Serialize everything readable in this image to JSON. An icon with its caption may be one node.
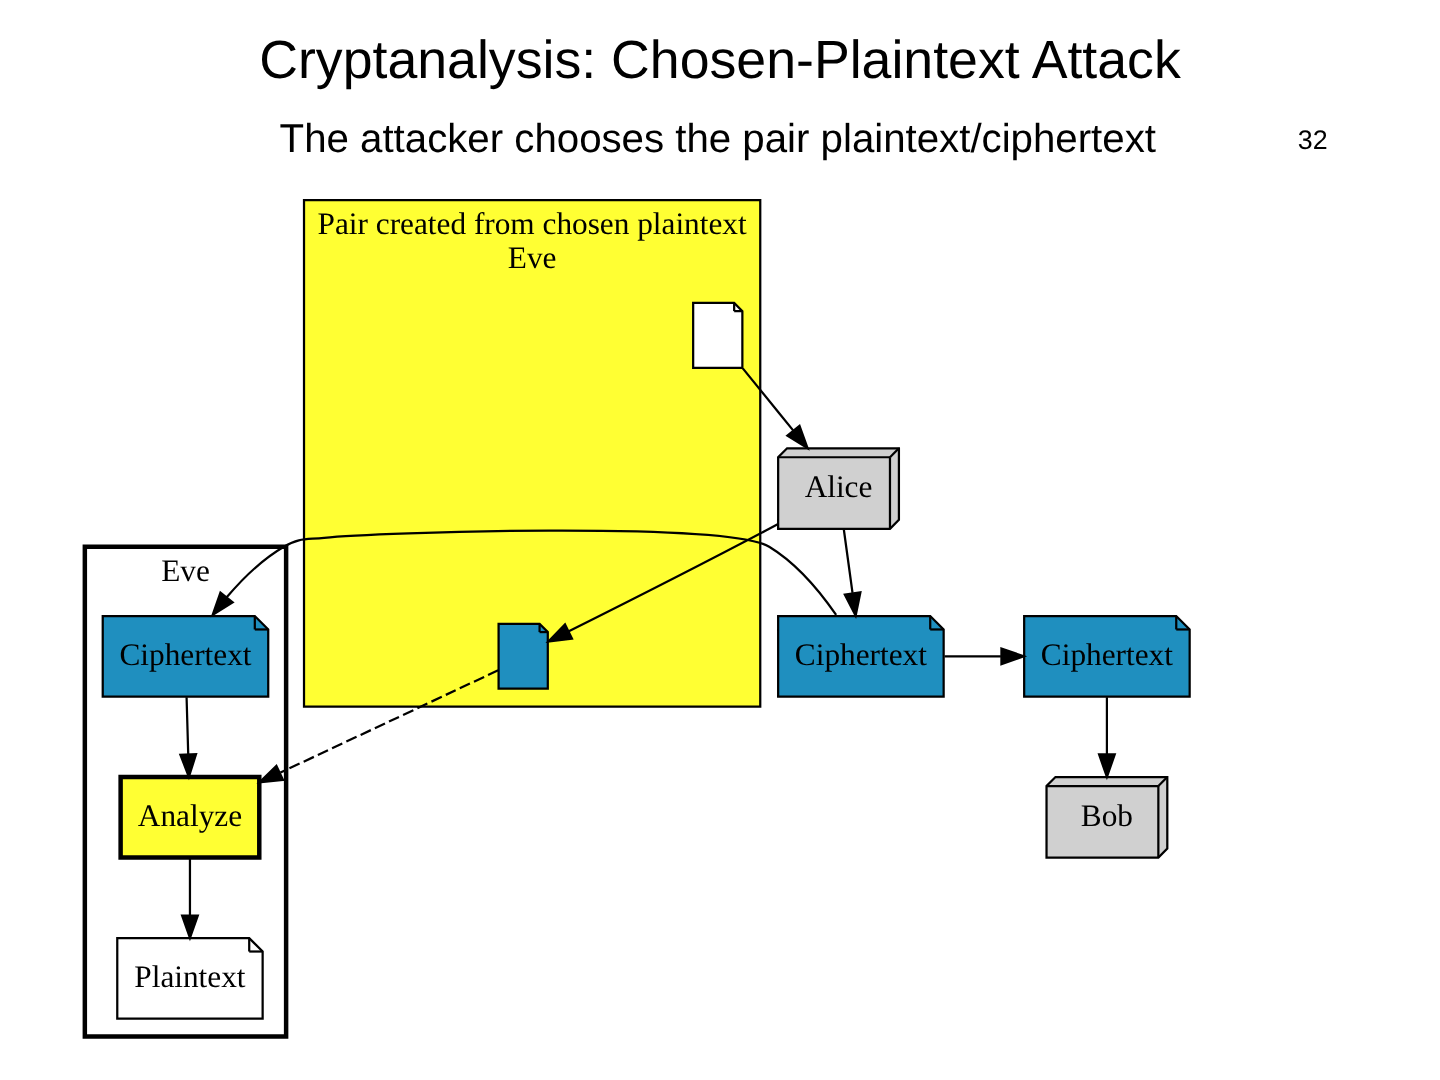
{
  "diagram": {
    "title": "Cryptanalysis: Chosen-Plaintext Attack",
    "nodes": [
      {
        "text": [
          "Pair created from chosen plaintext",
          "Eve"
        ]
      },
      {
        "text": [],
        "shape": "document",
        "in": 0
      },
      {
        "text": [],
        "shape": "document",
        "in": 0
      },
      {
        "text": [
          "Alice"
        ]
      },
      {
        "text": [
          "Ciphertext"
        ]
      },
      {
        "text": [
          "Eve"
        ]
      },
      {
        "text": [
          "Plaintext"
        ],
        "in": 5
      },
      {
        "text": [
          "Analyze"
        ],
        "in": 5
      },
      {
        "text": [
          "Ciphertext"
        ],
        "in": 5
      },
      {
        "text": [
          "Bob"
        ]
      },
      {
        "text": [
          "Ciphertext"
        ]
      }
    ],
    "edges": [
      {
        "from": 1,
        "to": 3,
        "arrow": "to"
      },
      {
        "from": 3,
        "to": 2,
        "arrow": "to"
      },
      {
        "from": 3,
        "to": 4,
        "arrow": "to"
      },
      {
        "from": 2,
        "to": 7,
        "arrow": "to",
        "style": "dashed"
      },
      {
        "from": 4,
        "to": 8,
        "arrow": "to"
      },
      {
        "from": 8,
        "to": 7,
        "arrow": "to"
      },
      {
        "from": 7,
        "to": 6,
        "arrow": "to"
      },
      {
        "from": 4,
        "to": 10,
        "arrow": "to"
      },
      {
        "from": 10,
        "to": 9,
        "arrow": "to"
      }
    ],
    "labels": [
      "The attacker chooses the pair plaintext/ciphertext",
      "32"
    ]
  }
}
